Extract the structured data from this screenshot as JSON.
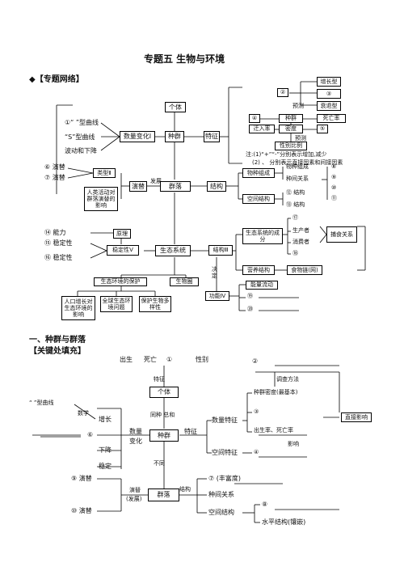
{
  "header": {
    "title": "专题五   生物与环境",
    "network_heading": "◆【专题网络】",
    "section1": "一、种群与群落",
    "fill_heading": "【关键处填充】"
  },
  "net": {
    "individual": "个体",
    "population": "种群",
    "feature": "特征",
    "quantity_change": "数量变化Ⅰ",
    "j_curve": "①“  ”型曲线",
    "s_curve": "“S”型曲线",
    "fluct": "波动和下降",
    "growth_type": "增长型",
    "stable_type": "③",
    "decline_type": "衰退型",
    "b2": "②",
    "predict1": "预测",
    "b4": "④",
    "b5": "⑤",
    "pop_center": "种群",
    "death_rate": "死亡率",
    "immigration": "迁入率",
    "density": "密度",
    "predict2": "预测",
    "sex_ratio": "性别比例",
    "note1": "注:(1)“+”“-”分别表示增加,减少",
    "note2": "(2)     、      分别表示直接因素和间接因素",
    "b6_succ": "⑥        演替",
    "b7_succ": "⑦        演替",
    "type2": "类型Ⅱ",
    "human_act": "人类活动对群落演替的影响",
    "develop": "发展",
    "succession": "演替",
    "community": "群落",
    "structure": "结构",
    "species_comp": "物种组成",
    "species_rel": "种间关系",
    "spatial_struct": "空间结构",
    "c12_struct": "⑫   结构",
    "c13_struct": "⑬   结构",
    "c8": "⑧",
    "c9": "⑨",
    "c10": "⑩",
    "c11": "⑪",
    "c14_ability": "⑭         能力",
    "principle": "原理",
    "c15": "⑮          稳定性",
    "c16": "⑯          稳定性",
    "stability": "稳定性Ⅴ",
    "ecosystem": "生态系统",
    "structure3": "结构Ⅲ",
    "eco_comp": "生态系统的成分",
    "producer": "生产者",
    "consumer": "消费者",
    "c17": "⑰",
    "c18": "⑱",
    "predation": "捕食关系",
    "nutrition": "营养结构",
    "food_chain": "食物链(网)",
    "decide": "决定",
    "eco_protect": "生态环境的保护",
    "biosphere": "生物圈",
    "function4": "功能Ⅳ",
    "energy_flow": "能量流动",
    "c19": "⑲",
    "c20": "⑳",
    "pop_growth": "人口增长对生态环境的影响",
    "global_env": "全球生态环境问题",
    "biodiversity": "保护生物多样性"
  },
  "fill": {
    "birth": "出生",
    "death": "死亡",
    "c1_blank": "①",
    "sex": "性别",
    "c2": "②",
    "survey": "调查方法",
    "feature_v": "特征",
    "individual": "个体",
    "same_sum": "同种  总和",
    "j_curve": "“ ”型曲线",
    "math_model": "数学",
    "grow": "增长",
    "b6": "⑥",
    "drop": "下降",
    "stable": "稳定",
    "quantity": "数量",
    "change": "变化",
    "population": "种群",
    "feature_h": "特征",
    "quant_feature": "数量特征",
    "spatial_feature": "空间特征",
    "density": "种群密度(最基本)",
    "c3": "③",
    "birth_death": "出生率、死亡率",
    "c4": "④",
    "impact": "影响",
    "direct_impact": "直接影响",
    "diff": "不同",
    "c9_succ": "⑨        演替",
    "c10_succ": "⑩       演替",
    "succ_dev": "演替",
    "succ_dev2": "(发展)",
    "community": "群落",
    "structure": "结构",
    "c7_rich": "⑦             (丰富度)",
    "species_rel": "种间关系",
    "spatial_struct": "空间结构",
    "c8": "⑧",
    "horiz": "水平结构(镶嵌)"
  }
}
